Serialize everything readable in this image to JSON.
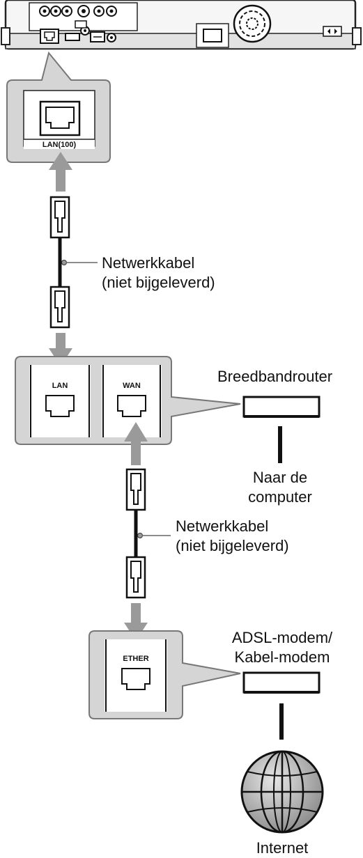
{
  "ports": {
    "device_lan": "LAN(100)",
    "router_lan": "LAN",
    "router_wan": "WAN",
    "modem_ether": "ETHER"
  },
  "labels": {
    "cable_top_line1": "Netwerkkabel",
    "cable_top_line2": "(niet bijgeleverd)",
    "cable_bottom_line1": "Netwerkkabel",
    "cable_bottom_line2": "(niet bijgeleverd)",
    "router": "Breedbandrouter",
    "to_computer_line1": "Naar de",
    "to_computer_line2": "computer",
    "modem_line1": "ADSL-modem/",
    "modem_line2": "Kabel-modem",
    "internet": "Internet"
  }
}
